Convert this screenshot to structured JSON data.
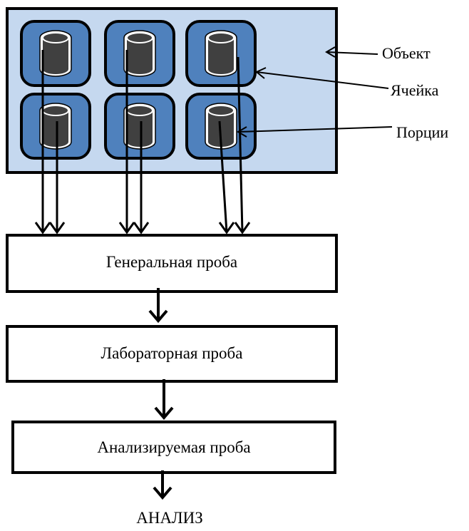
{
  "diagram": {
    "object_label": "Объект",
    "cell_label": "Ячейка",
    "portions_label": "Порции",
    "general_sample": "Генеральная проба",
    "lab_sample": "Лабораторная проба",
    "analyzed_sample": "Анализируемая проба",
    "analysis_label": "АНАЛИЗ",
    "colors": {
      "object_fill": "#c5d8ef",
      "cell_fill": "#4f81bd",
      "portion_fill": "#404040",
      "stroke": "#000000",
      "box_fill": "#ffffff"
    },
    "icons": {
      "portion": "cylinder-icon",
      "arrow": "arrow-down-icon"
    },
    "grid": {
      "rows": 2,
      "cols": 3
    }
  }
}
